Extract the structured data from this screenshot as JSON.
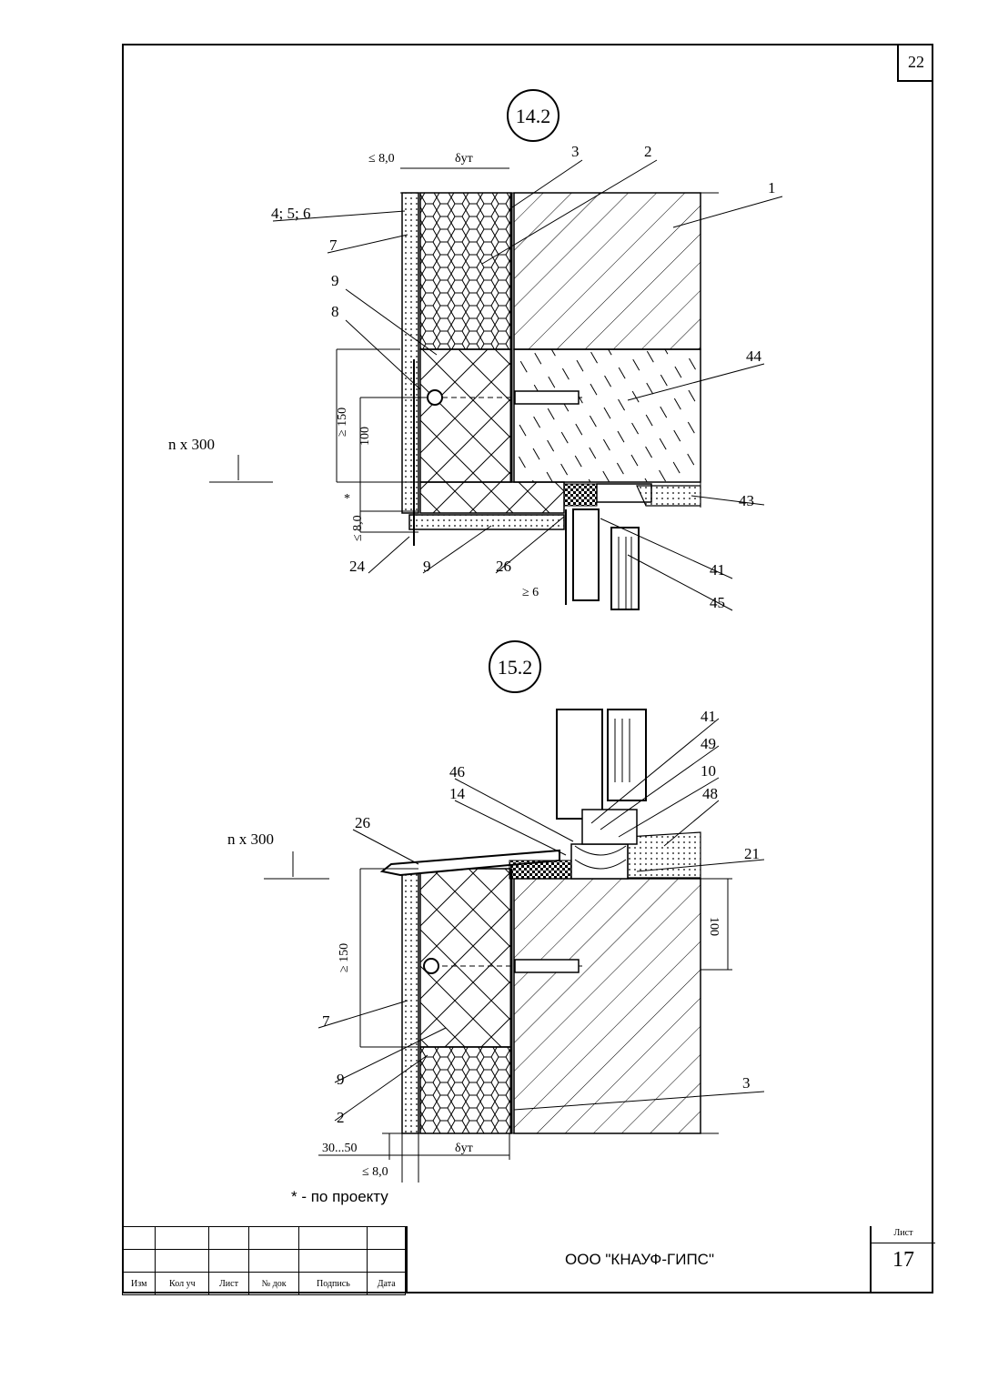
{
  "sheet": {
    "top_number": "22",
    "sheet_label": "Лист",
    "sheet_number": "17",
    "organization": "ООО \"КНАУФ-ГИПС\""
  },
  "stamp_headers": [
    "Изм",
    "Кол уч",
    "Лист",
    "№ док",
    "Подпись",
    "Дата"
  ],
  "footnote": "* - по проекту",
  "detail_top": {
    "id": "14.2",
    "labels": {
      "l1": "1",
      "l2": "2",
      "l3": "3",
      "l456": "4; 5; 6",
      "l7": "7",
      "l8": "8",
      "l9a": "9",
      "l9b": "9",
      "l44": "44",
      "l43": "43",
      "l41": "41",
      "l45": "45",
      "l24": "24",
      "l26": "26",
      "n300": "n x 300"
    },
    "dims": {
      "d_max8_top": "≤ 8,0",
      "d_delta": "δут",
      "d_150": "≥ 150",
      "d_100": "100",
      "d_star": "*",
      "d_max8_side": "≤ 8,0",
      "d_min6": "≥ 6"
    }
  },
  "detail_bottom": {
    "id": "15.2",
    "labels": {
      "l41": "41",
      "l49": "49",
      "l10": "10",
      "l48": "48",
      "l46": "46",
      "l14": "14",
      "l26": "26",
      "l21": "21",
      "l7": "7",
      "l9": "9",
      "l2": "2",
      "l3": "3",
      "n300": "n x 300"
    },
    "dims": {
      "d_150": "≥ 150",
      "d_100": "100",
      "d_3050": "30...50",
      "d_max8": "≤ 8,0",
      "d_delta": "δут"
    }
  }
}
